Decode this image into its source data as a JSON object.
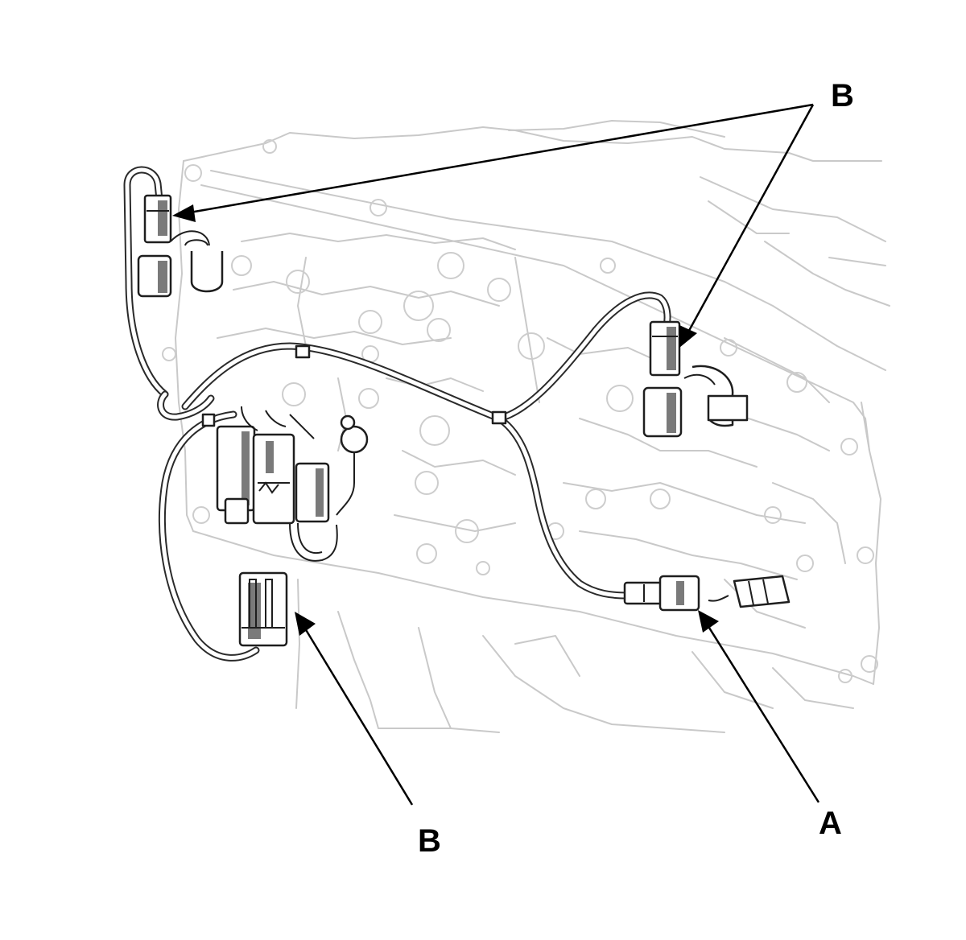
{
  "callouts": {
    "b_top": "B",
    "b_bottom": "B",
    "a": "A"
  }
}
